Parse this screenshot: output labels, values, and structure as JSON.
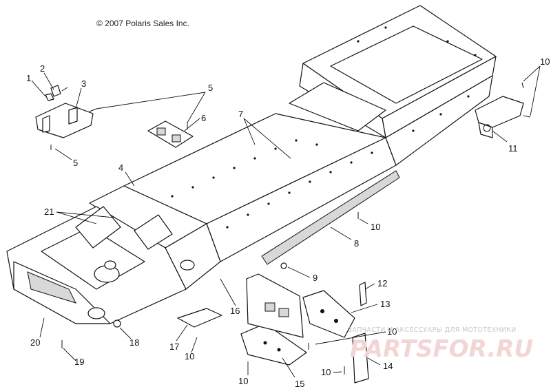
{
  "copyright": "© 2007 Polaris Sales Inc.",
  "watermark": {
    "line1": "ЗАПЧАСТИ И АКСЕССУАРЫ ДЛЯ МОТОТЕХНИКИ",
    "line2": "PARTSFOR.RU"
  },
  "callouts": [
    {
      "id": "c1",
      "text": "1"
    },
    {
      "id": "c2",
      "text": "2"
    },
    {
      "id": "c3",
      "text": "3"
    },
    {
      "id": "c4",
      "text": "4"
    },
    {
      "id": "c5a",
      "text": "5"
    },
    {
      "id": "c5b",
      "text": "5"
    },
    {
      "id": "c6",
      "text": "6"
    },
    {
      "id": "c7",
      "text": "7"
    },
    {
      "id": "c8",
      "text": "8"
    },
    {
      "id": "c9",
      "text": "9"
    },
    {
      "id": "c10a",
      "text": "10"
    },
    {
      "id": "c10b",
      "text": "10"
    },
    {
      "id": "c10c",
      "text": "10"
    },
    {
      "id": "c10d",
      "text": "10"
    },
    {
      "id": "c10e",
      "text": "10"
    },
    {
      "id": "c10f",
      "text": "10"
    },
    {
      "id": "c11",
      "text": "11"
    },
    {
      "id": "c12",
      "text": "12"
    },
    {
      "id": "c13",
      "text": "13"
    },
    {
      "id": "c14",
      "text": "14"
    },
    {
      "id": "c15",
      "text": "15"
    },
    {
      "id": "c16",
      "text": "16"
    },
    {
      "id": "c17",
      "text": "17"
    },
    {
      "id": "c18",
      "text": "18"
    },
    {
      "id": "c19",
      "text": "19"
    },
    {
      "id": "c20",
      "text": "20"
    },
    {
      "id": "c21",
      "text": "21"
    }
  ]
}
